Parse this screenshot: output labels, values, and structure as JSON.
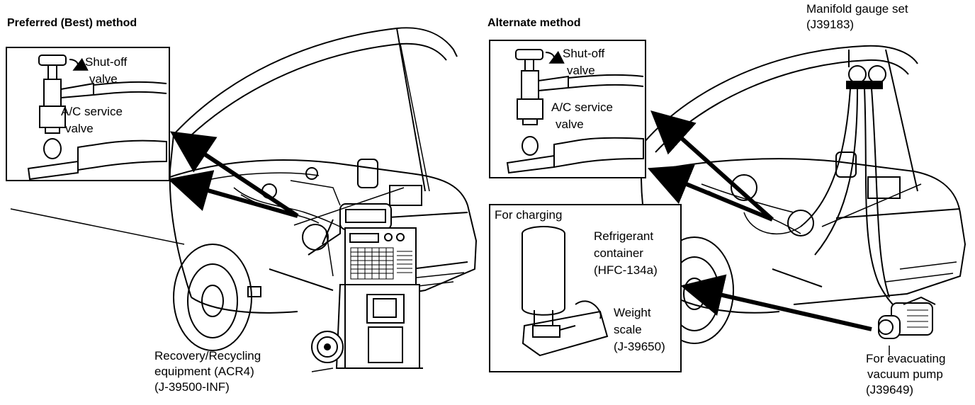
{
  "left": {
    "heading": "Preferred (Best) method",
    "inset": {
      "shutoff_line1": "Shut-off",
      "shutoff_line2": "valve",
      "service_line1": "A/C service",
      "service_line2": "valve"
    },
    "equipment": {
      "line1": "Recovery/Recycling",
      "line2": "equipment (ACR4)",
      "line3": "(J-39500-INF)"
    }
  },
  "right": {
    "heading": "Alternate method",
    "manifold": {
      "line1": "Manifold gauge set",
      "line2": "(J39183)"
    },
    "inset": {
      "shutoff_line1": "Shut-off",
      "shutoff_line2": "valve",
      "service_line1": "A/C service",
      "service_line2": "valve"
    },
    "charging": {
      "title": "For charging",
      "container_line1": "Refrigerant",
      "container_line2": "container",
      "container_line3": "(HFC-134a)",
      "scale_line1": "Weight",
      "scale_line2": "scale",
      "scale_line3": "(J-39650)"
    },
    "pump": {
      "line1": "For evacuating",
      "line2": "vacuum pump",
      "line3": "(J39649)"
    }
  }
}
